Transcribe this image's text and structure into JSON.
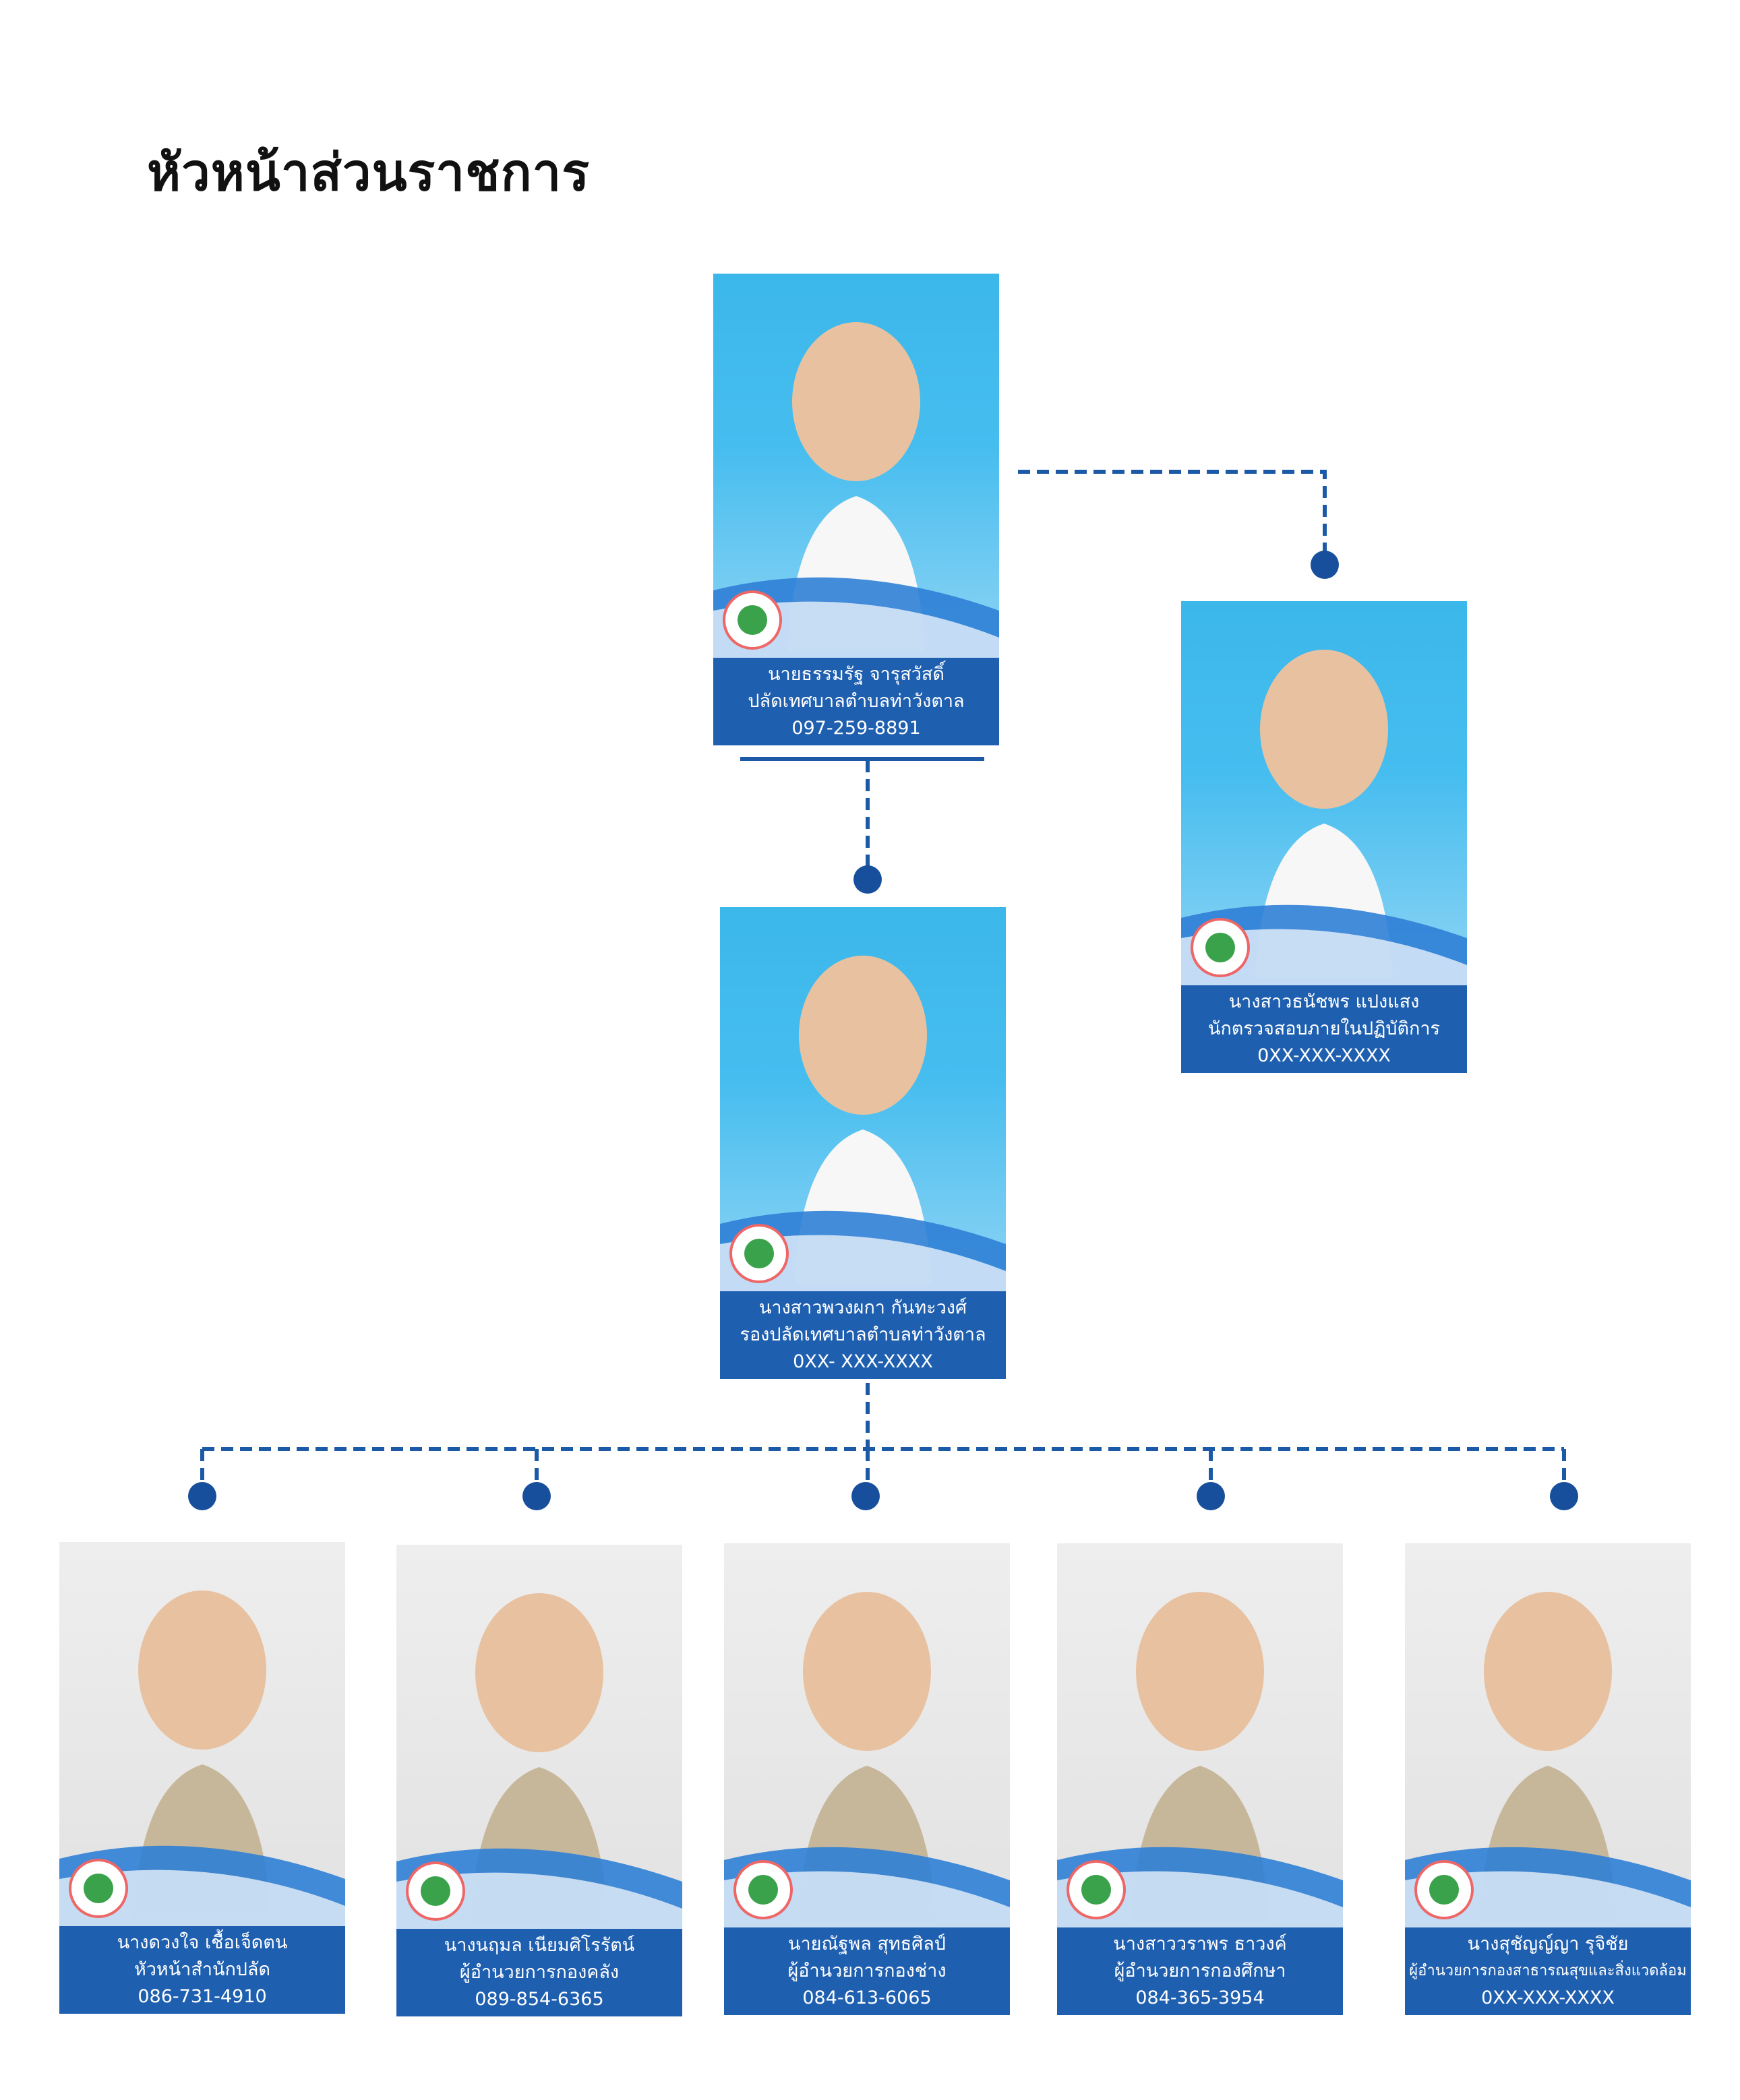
{
  "title": "หัวหน้าส่วนราชการ",
  "colors": {
    "accent": "#1f5fb0",
    "line": "#1c5aa8",
    "dot": "#174f9c"
  },
  "people": {
    "top": {
      "name": "นายธรรมรัฐ  จารุสวัสดิ์",
      "position": "ปลัดเทศบาลตำบลท่าวังตาล",
      "phone": "097-259-8891"
    },
    "auditor": {
      "name": "นางสาวธนัชพร  แปงแสง",
      "position": "นักตรวจสอบภายในปฏิบัติการ",
      "phone": "0XX-XXX-XXXX"
    },
    "deputy": {
      "name": "นางสาวพวงผกา  กันทะวงศ์",
      "position": "รองปลัดเทศบาลตำบลท่าวังตาล",
      "phone": "0XX- XXX-XXXX"
    },
    "heads": [
      {
        "name": "นางดวงใจ  เชื้อเจ็ดตน",
        "position": "หัวหน้าสำนักปลัด",
        "phone": "086-731-4910"
      },
      {
        "name": "นางนฤมล  เนียมศิโรรัตน์",
        "position": "ผู้อำนวยการกองคลัง",
        "phone": "089-854-6365"
      },
      {
        "name": "นายณัฐพล  สุทธศิลป์",
        "position": "ผู้อำนวยการกองช่าง",
        "phone": "084-613-6065"
      },
      {
        "name": "นางสาววราพร  ธาวงค์",
        "position": "ผู้อำนวยการกองศึกษา",
        "phone": "084-365-3954"
      },
      {
        "name": "นางสุชัญญ์ญา  รุจิชัย",
        "position": "ผู้อำนวยการกองสาธารณสุขและสิ่งแวดล้อม",
        "phone": "0XX-XXX-XXXX"
      }
    ]
  }
}
